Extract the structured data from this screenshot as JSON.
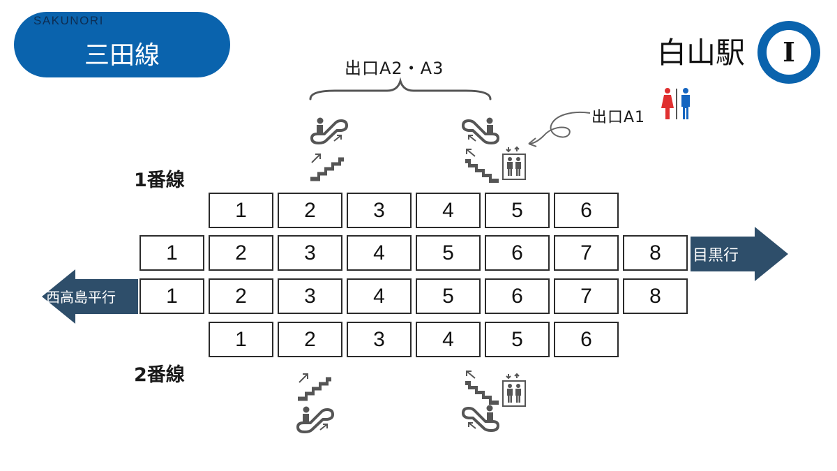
{
  "header": {
    "brand": "SAKUNORI",
    "line_name": "三田線",
    "station_name": "白山駅",
    "station_code": "I",
    "colors": {
      "line": "#0a63ad",
      "arrow": "#2e4e6a"
    }
  },
  "exits": {
    "a2_a3": "出口A2・A3",
    "a1": "出口A1"
  },
  "tracks": {
    "track1": {
      "label": "1番線",
      "cars_6": [
        "1",
        "2",
        "3",
        "4",
        "5",
        "6"
      ],
      "cars_8": [
        "1",
        "2",
        "3",
        "4",
        "5",
        "6",
        "7",
        "8"
      ]
    },
    "track2": {
      "label": "2番線",
      "cars_8": [
        "1",
        "2",
        "3",
        "4",
        "5",
        "6",
        "7",
        "8"
      ],
      "cars_6": [
        "1",
        "2",
        "3",
        "4",
        "5",
        "6"
      ]
    }
  },
  "directions": {
    "right": "目黒行",
    "left": "西高島平行"
  },
  "icons": {
    "escalator_up": "escalator-up-icon",
    "escalator_down": "escalator-down-icon",
    "stairs_up": "stairs-up-icon",
    "stairs_down": "stairs-down-icon",
    "elevator": "elevator-icon",
    "restroom": "restroom-icon"
  }
}
